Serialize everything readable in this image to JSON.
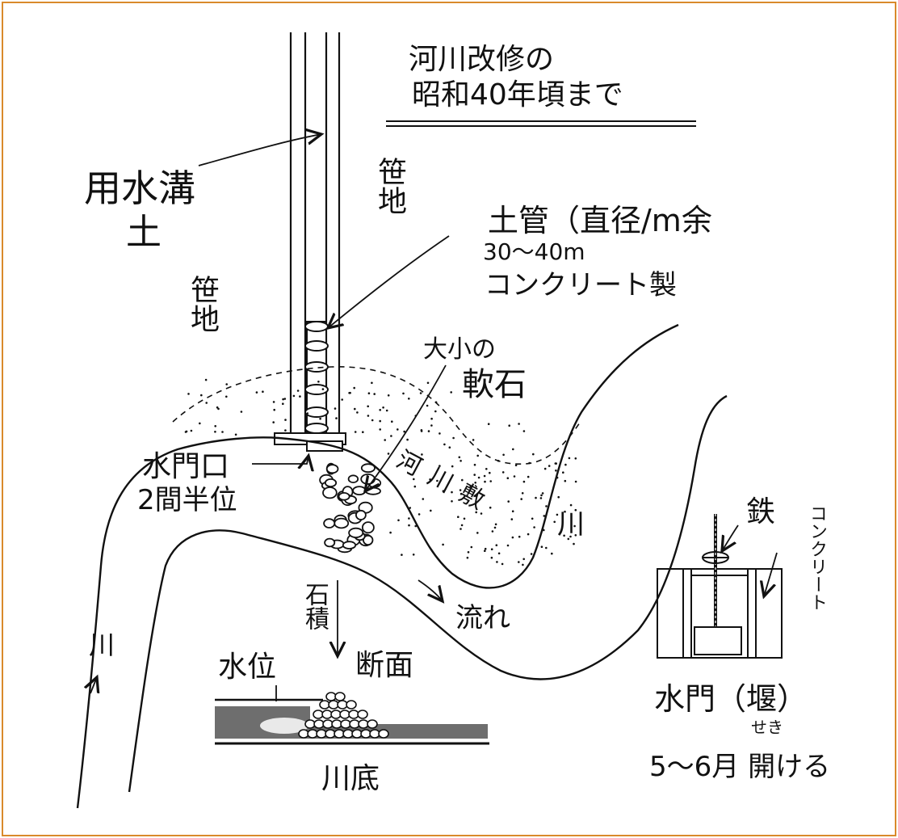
{
  "title": {
    "line1": "河川改修の",
    "line2": "昭和40年頃まで"
  },
  "labels": {
    "irrigation_channel": "用水溝",
    "soil": "土",
    "bamboo_field_right": "笹地",
    "bamboo_field_left": "笹地",
    "clay_pipe": "土管（直径/m余",
    "pipe_length": "30～40m",
    "concrete_made": "コンクリート製",
    "stones_small_large": "大小の",
    "stones_soft": "軟石",
    "sluice_mouth": "水門口",
    "sluice_width": "2間半位",
    "riverbed_land": "河川敷",
    "river_right": "川",
    "river_left": "川",
    "stone_pile": "石積",
    "flow": "流れ",
    "water_level": "水位",
    "cross_section": "断面",
    "river_bottom": "川底",
    "iron": "鉄",
    "concrete_vertical": "コンクリート",
    "sluice_gate": "水門（堰）",
    "seki_reading": "せき",
    "open_months": "5～6月 開ける"
  },
  "colors": {
    "frame": "#d98a2b",
    "ink": "#111111"
  }
}
